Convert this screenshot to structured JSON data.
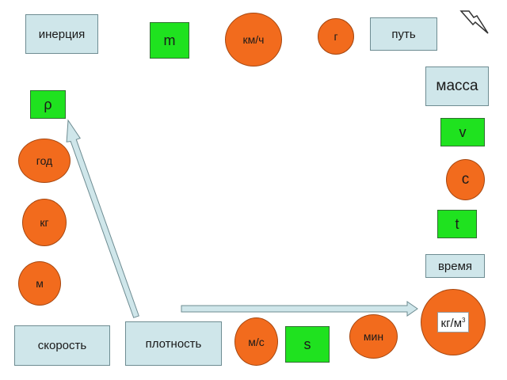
{
  "terms": {
    "inertia": "инерция",
    "path": "путь",
    "mass": "масса",
    "time": "время",
    "speed": "скорость",
    "density": "плотность"
  },
  "symbols": {
    "m": "m",
    "rho": "ρ",
    "v": "v",
    "t": "t",
    "s": "s"
  },
  "units": {
    "kmh": "км/ч",
    "g": "г",
    "year": "год",
    "kg": "кг",
    "m": "м",
    "s": "с",
    "ms": "м/с",
    "min": "мин",
    "kgm3_base": "кг/м",
    "kgm3_exp": "3"
  },
  "icons": {
    "corner": "lightning-icon"
  },
  "colors": {
    "term_fill": "#cfe6ea",
    "symbol_fill": "#1fe21f",
    "unit_fill": "#f26b1d",
    "arrow_fill": "#cfe6ea"
  }
}
